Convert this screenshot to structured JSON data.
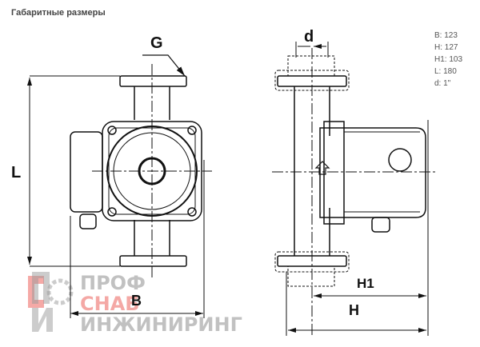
{
  "title": "Габаритные размеры",
  "specs": [
    "B: 123",
    "H: 127",
    "H1: 103",
    "L: 180",
    "d: 1\""
  ],
  "labels": {
    "G": "G",
    "d": "d",
    "L": "L",
    "B": "B",
    "H1": "H1",
    "H": "H"
  },
  "watermark": {
    "line1": "ПРОФ",
    "line2": "СНАБ",
    "line3": "ИНЖИНИРИНГ",
    "accent": "#e8403a"
  }
}
